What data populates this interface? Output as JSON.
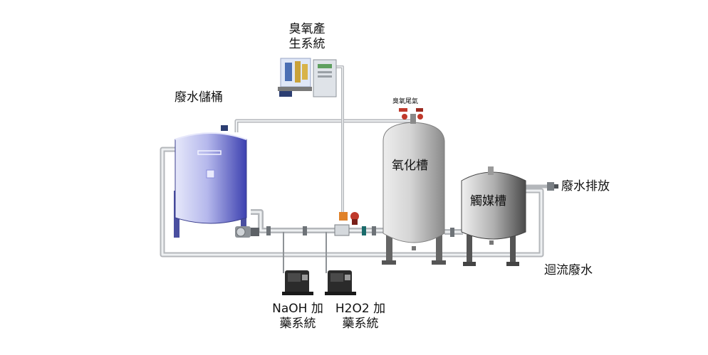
{
  "labels": {
    "ozone_generator": [
      "臭氧產",
      "生系統"
    ],
    "wastewater_tank": "廢水儲桶",
    "ozone_tail_gas": "臭氧尾氣",
    "oxidation_tank": "氧化槽",
    "catalyst_tank": "觸媒槽",
    "wastewater_discharge": "廢水排放",
    "reflux_wastewater": "迴流廢水",
    "naoh_dosing": [
      "NaOH 加",
      "藥系統"
    ],
    "h2o2_dosing": [
      "H2O2 加",
      "藥系統"
    ]
  },
  "colors": {
    "pipe": "#d2d5d8",
    "tank_blue": "#5b60c8",
    "tank_silver": "#a9a9a9",
    "tank_dark": "#555555",
    "valve": "#c0392b"
  }
}
